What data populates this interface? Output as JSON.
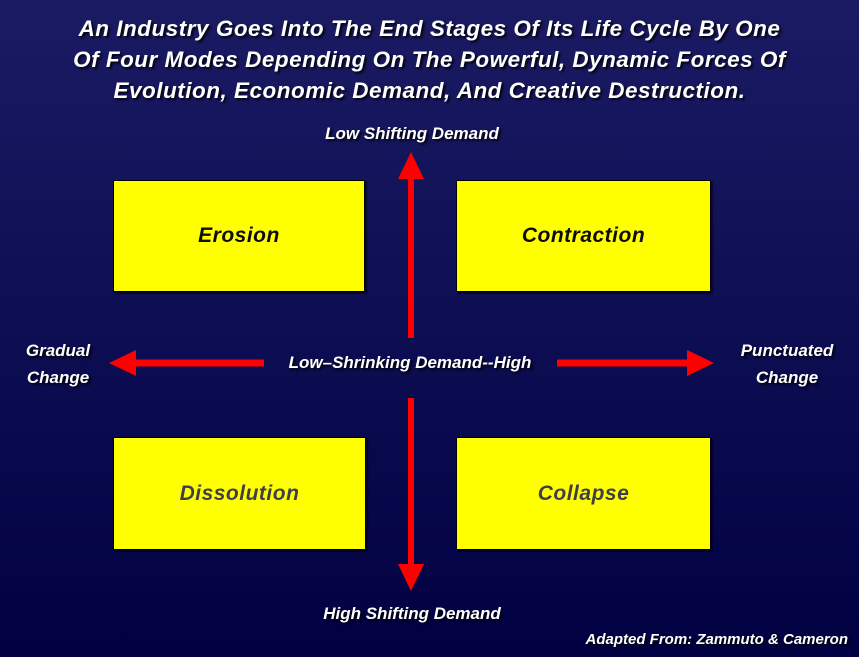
{
  "title": {
    "lines": [
      "An Industry Goes Into The End Stages Of Its Life Cycle By One",
      "Of Four Modes Depending On The Powerful, Dynamic Forces Of",
      "Evolution, Economic Demand, And Creative Destruction."
    ]
  },
  "axes": {
    "top_label": "Low Shifting Demand",
    "bottom_label": "High Shifting Demand",
    "center_label": "Low–Shrinking Demand--High",
    "left_label_line1": "Gradual",
    "left_label_line2": "Change",
    "right_label_line1": "Punctuated",
    "right_label_line2": "Change"
  },
  "quadrants": {
    "top_left": "Erosion",
    "top_right": "Contraction",
    "bottom_left": "Dissolution",
    "bottom_right": "Collapse"
  },
  "credit": "Adapted From: Zammuto & Cameron",
  "colors": {
    "background_top": "#1b1b64",
    "background_bottom": "#000042",
    "box_fill": "#ffff00",
    "arrow": "#ff0000",
    "light_text": "#ffffff",
    "box_text_top": "#0d0d0d",
    "box_text_bottom": "#3f3f48"
  }
}
